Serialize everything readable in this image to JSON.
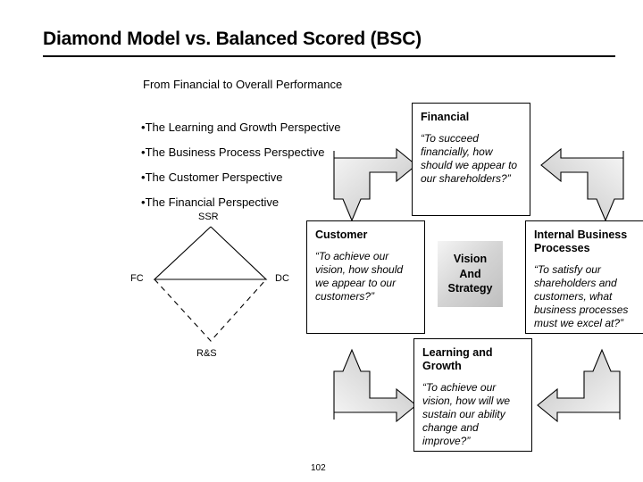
{
  "slide": {
    "title": "Diamond Model vs. Balanced Scored (BSC)",
    "subtitle": "From Financial to Overall Performance",
    "page_number": "102"
  },
  "bullets": [
    {
      "marker": "•",
      "label": "The Learning and Growth Perspective"
    },
    {
      "marker": "•",
      "label": "The Business Process Perspective"
    },
    {
      "marker": "•",
      "label": "The Customer Perspective"
    },
    {
      "marker": "•",
      "label": "The Financial Perspective"
    }
  ],
  "diamond": {
    "top_label": "SSR",
    "left_label": "FC",
    "right_label": "DC",
    "bottom_label": "R&S"
  },
  "boxes": {
    "financial": {
      "heading": "Financial",
      "body": "“To succeed financially, how should we appear to our shareholders?”"
    },
    "customer": {
      "heading": "Customer",
      "body": "“To achieve our vision, how should we appear to our customers?”"
    },
    "internal": {
      "heading": "Internal Business Processes",
      "body": "“To satisfy our shareholders and customers, what business processes must we excel at?”"
    },
    "learning": {
      "heading": "Learning and Growth",
      "body": "“To achieve our vision, how will we sustain our ability change and improve?”"
    }
  },
  "vision": {
    "line1": "Vision",
    "line2": "And",
    "line3": "Strategy"
  },
  "arrows": {
    "top_left": "elbow-arrow-right-down",
    "top_right": "elbow-arrow-left-down",
    "bottom_left": "elbow-arrow-up-right",
    "bottom_right": "elbow-arrow-up-left"
  },
  "colors": {
    "stroke": "#000000",
    "arrow_light": "#f2f2f2",
    "arrow_dark": "#b9b9b9",
    "background": "#ffffff"
  }
}
